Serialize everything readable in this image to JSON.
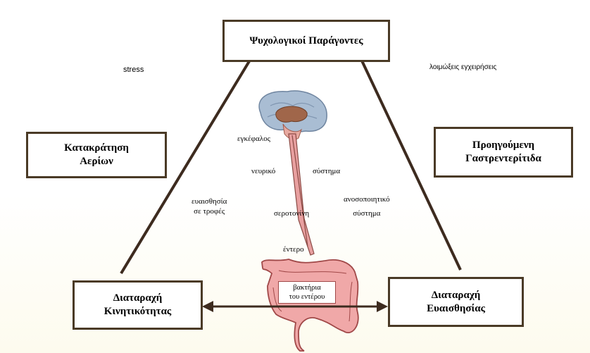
{
  "boxes": {
    "top": "Ψυχολογικοί Παράγοντες",
    "left_mid": [
      "Κατακράτηση",
      "Αερίων"
    ],
    "right_mid": [
      "Προηγούμενη",
      "Γαστρεντερίτιδα"
    ],
    "bottom_left": [
      "Διαταραχή",
      "Κινητικότητας"
    ],
    "bottom_right": [
      "Διαταραχή",
      "Ευαισθησίας"
    ]
  },
  "labels": {
    "stress": "stress",
    "infections": "λοιμώξεις εγχειρήσεις",
    "brain": "εγκέφαλος",
    "nervous": "νευρικό",
    "system": "σύστημα",
    "food_sensitivity": [
      "ευαισθησία",
      "σε τροφές"
    ],
    "immune": [
      "ανοσοποιητικό",
      "σύστημα"
    ],
    "serotonin": "σεροτονίνη",
    "gut": "έντερο",
    "bacteria": [
      "βακτήρια",
      "του εντέρου"
    ]
  },
  "colors": {
    "line": "#3d2b1f",
    "box_border": "#4a3a26",
    "brain": "#a9bdd3",
    "spine": "#e8a0a0",
    "intestine": "#f0a8a8",
    "intestine_outline": "#a04848"
  }
}
